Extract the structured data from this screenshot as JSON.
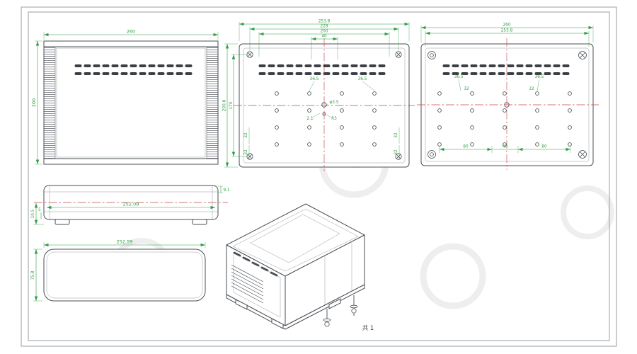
{
  "sheet": {
    "note": "共 1"
  },
  "front": {
    "width": "260",
    "height": "200"
  },
  "top_mid": {
    "dim1": "253.8",
    "dim2": "228",
    "dim3": "200",
    "dim4": "40",
    "left1": "200.6",
    "left2": "170",
    "i_a": "36.5",
    "i_b": "36.5",
    "i_c": "32",
    "i_d": "32",
    "i_e": "32",
    "i_f": "32",
    "i_phi": "φ3.5",
    "i_g": "2.1",
    "i_r": "R3"
  },
  "top_right": {
    "dim1": "260",
    "dim2": "253.8",
    "i_a": "36.5",
    "i_b": "32",
    "i_c": "36.5",
    "i_d": "32",
    "b1": "80",
    "b2": "40",
    "b3": "80"
  },
  "side": {
    "length": "252.09",
    "d1": "10.5",
    "d2": "5",
    "d3": "9.1"
  },
  "bottom_view": {
    "length": "252.59",
    "height": "75.8"
  },
  "colors": {
    "dimension": "#2f9e44",
    "centerline": "#c64848",
    "geometry": "#4a4f55"
  }
}
